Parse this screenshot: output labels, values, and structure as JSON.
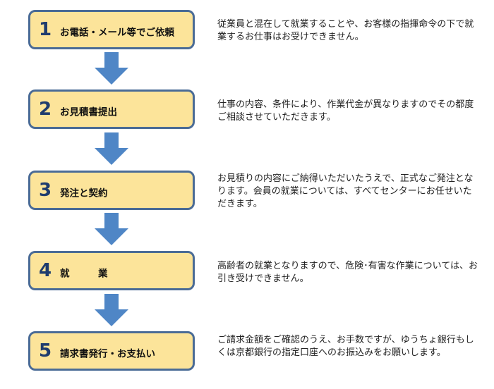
{
  "steps": [
    {
      "number": "1",
      "label": "お電話・メール等でご依頼",
      "description": "従業員と混在して就業することや、お客様の指揮命令の下で就業するお仕事はお受けできません。"
    },
    {
      "number": "2",
      "label": "お見積書提出",
      "description": "仕事の内容、条件により、作業代金が異なりますのでその都度ご相談させていただきます。"
    },
    {
      "number": "3",
      "label": "発注と契約",
      "description": "お見積りの内容にご納得いただいたうえで、正式なご発注となります。会員の就業については、すべてセンターにお任せいただきます。"
    },
    {
      "number": "4",
      "label": "就　　　業",
      "description": "高齢者の就業となりますので、危険･有害な作業については、お引き受けできません。"
    },
    {
      "number": "5",
      "label": "請求書発行・お支払い",
      "description": "ご請求金額をご確認のうえ、お手数ですが、ゆうちょ銀行もしくは京都銀行の指定口座へのお振込みをお願いします。"
    }
  ],
  "colors": {
    "box_fill": "#fce49a",
    "box_border": "#4a6b96",
    "number_color": "#1f3c6e",
    "arrow_fill": "#4f86c6"
  },
  "icons": {
    "arrow": "arrow-down-icon"
  }
}
